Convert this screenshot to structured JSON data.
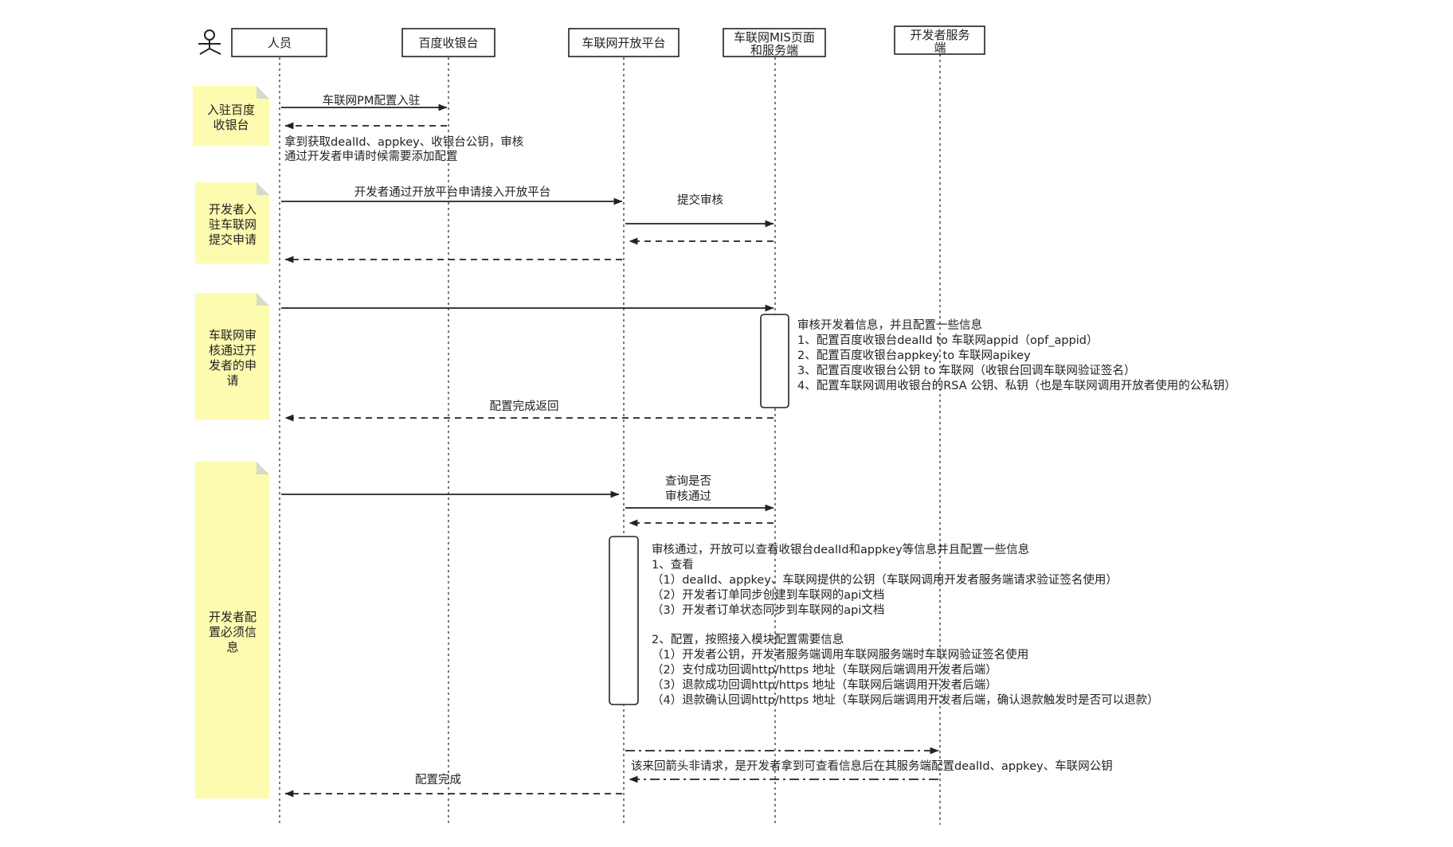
{
  "actor_icon": "person-icon",
  "participants": [
    {
      "id": "person",
      "label": [
        "人员"
      ]
    },
    {
      "id": "cashier",
      "label": [
        "百度收银台"
      ]
    },
    {
      "id": "platform",
      "label": [
        "车联网开放平台"
      ]
    },
    {
      "id": "mis",
      "label": [
        "车联网MIS页面",
        "和服务端"
      ]
    },
    {
      "id": "devserver",
      "label": [
        "开发者服务",
        "端"
      ]
    }
  ],
  "sections": [
    {
      "label": [
        "入驻百度",
        "收银台"
      ]
    },
    {
      "label": [
        "开发者入",
        "驻车联网",
        "提交申请"
      ]
    },
    {
      "label": [
        "车联网审",
        "核通过开",
        "发者的申",
        "请"
      ]
    },
    {
      "label": [
        "开发者配",
        "置必须信",
        "息"
      ]
    }
  ],
  "messages": [
    {
      "label": [
        "车联网PM配置入驻"
      ]
    },
    {
      "label": []
    },
    {
      "label": [
        "开发者通过开放平台申请接入开放平台"
      ]
    },
    {
      "label": [
        "提交审核"
      ]
    },
    {
      "label": []
    },
    {
      "label": []
    },
    {
      "label": []
    },
    {
      "label": [
        "配置完成返回"
      ]
    },
    {
      "label": []
    },
    {
      "label": [
        "查询是否",
        "审核通过"
      ]
    },
    {
      "label": []
    },
    {
      "label": []
    },
    {
      "label": [
        "该来回箭头非请求，是开发者拿到可查看信息后在其服务端配置dealId、appkey、车联网公钥"
      ]
    },
    {
      "label": [
        "配置完成"
      ]
    }
  ],
  "notes": [
    {
      "lines": [
        "拿到获取dealId、appkey、收银台公钥，审核",
        "通过开发者申请时候需要添加配置"
      ]
    },
    {
      "lines": [
        "审核开发着信息，并且配置一些信息",
        "1、配置百度收银台dealId to  车联网appid（opf_appid）",
        "2、配置百度收银台appkey to 车联网apikey",
        "3、配置百度收银台公钥 to 车联网（收银台回调车联网验证签名）",
        "4、配置车联网调用收银台的RSA 公钥、私钥（也是车联网调用开放者使用的公私钥）"
      ]
    },
    {
      "lines": [
        "审核通过，开放可以查看收银台dealId和appkey等信息并且配置一些信息",
        "1、查看",
        "（1）dealId、appkey、车联网提供的公钥（车联网调用开发者服务端请求验证签名使用）",
        "（2）开发者订单同步创建到车联网的api文档",
        "（3）开发者订单状态同步到车联网的api文档",
        "",
        "2、配置，按照接入模块配置需要信息",
        "（1）开发者公钥，开发者服务端调用车联网服务端时车联网验证签名使用",
        "（2）支付成功回调http/https 地址（车联网后端调用开发者后端）",
        "（3）退款成功回调http/https 地址（车联网后端调用开发者后端）",
        "（4）退款确认回调http/https 地址（车联网后端调用开发者后端，确认退款触发时是否可以退款）"
      ]
    }
  ]
}
